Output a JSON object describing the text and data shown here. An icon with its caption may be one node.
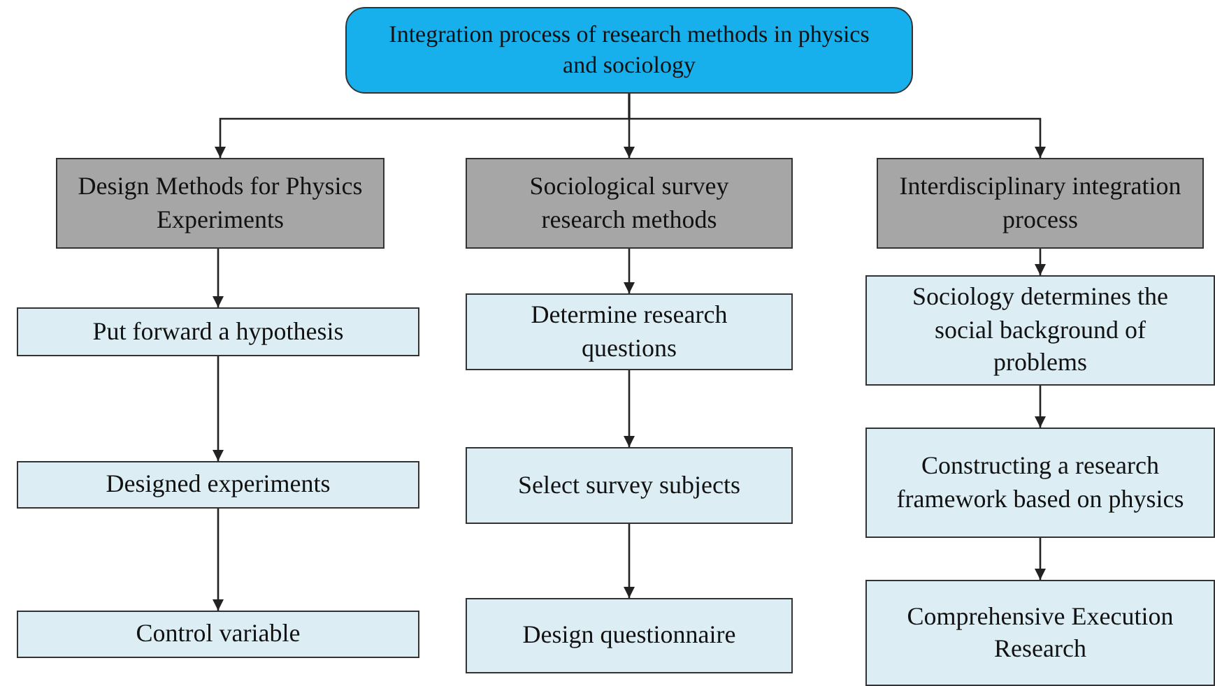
{
  "diagram": {
    "nodes": [
      {
        "text": [
          "Integration process of research methods in physics and sociology"
        ]
      },
      {
        "text": [
          "Design Methods for Physics Experiments"
        ]
      },
      {
        "text": [
          "Sociological survey research methods"
        ]
      },
      {
        "text": [
          "Interdisciplinary integration process"
        ]
      },
      {
        "text": [
          "Put forward a hypothesis"
        ]
      },
      {
        "text": [
          "Designed experiments"
        ]
      },
      {
        "text": [
          "Control variable"
        ]
      },
      {
        "text": [
          "Determine research questions"
        ]
      },
      {
        "text": [
          "Select survey subjects"
        ]
      },
      {
        "text": [
          "Design questionnaire"
        ]
      },
      {
        "text": [
          "Sociology determines the social background of problems"
        ]
      },
      {
        "text": [
          "Constructing a research framework based on physics"
        ]
      },
      {
        "text": [
          "Comprehensive Execution Research"
        ]
      }
    ],
    "edges": [
      {
        "from": 0,
        "to": 1,
        "arrow": "to"
      },
      {
        "from": 0,
        "to": 2,
        "arrow": "to"
      },
      {
        "from": 0,
        "to": 3,
        "arrow": "to"
      },
      {
        "from": 1,
        "to": 4,
        "arrow": "to"
      },
      {
        "from": 4,
        "to": 5,
        "arrow": "to"
      },
      {
        "from": 5,
        "to": 6,
        "arrow": "to"
      },
      {
        "from": 2,
        "to": 7,
        "arrow": "to"
      },
      {
        "from": 7,
        "to": 8,
        "arrow": "to"
      },
      {
        "from": 8,
        "to": 9,
        "arrow": "to"
      },
      {
        "from": 3,
        "to": 10,
        "arrow": "to"
      },
      {
        "from": 10,
        "to": 11,
        "arrow": "to"
      },
      {
        "from": 11,
        "to": 12,
        "arrow": "to"
      }
    ]
  }
}
